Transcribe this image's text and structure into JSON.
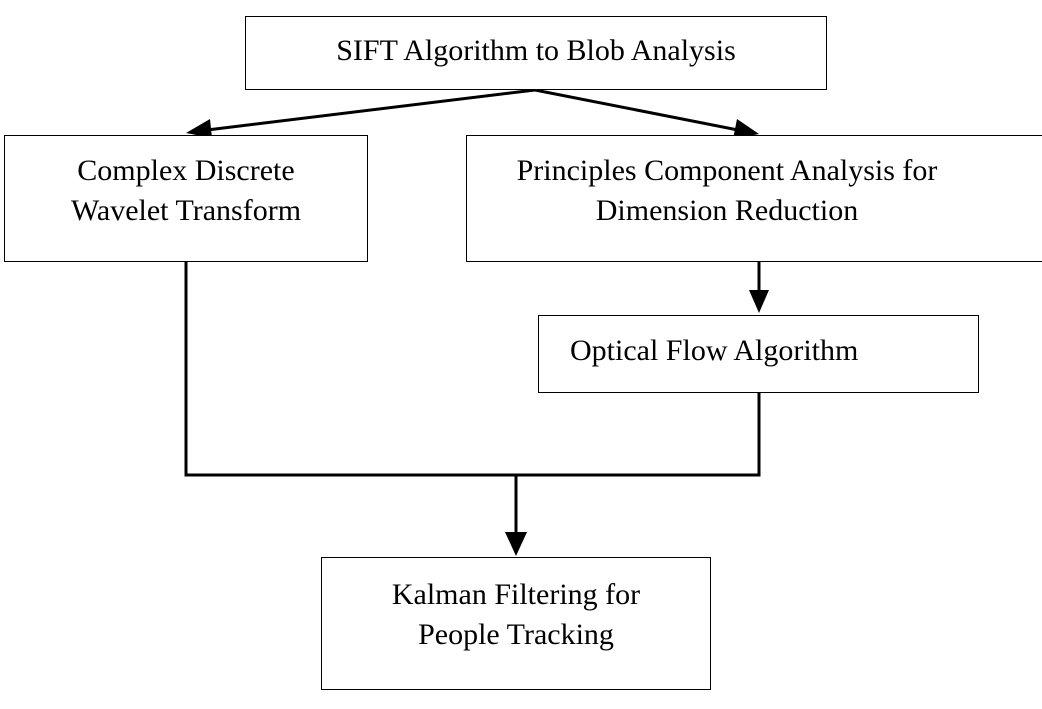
{
  "diagram": {
    "nodes": {
      "sift": {
        "lines": [
          "SIFT Algorithm to Blob Analysis"
        ]
      },
      "cdwt": {
        "lines": [
          "Complex Discrete",
          "Wavelet Transform"
        ]
      },
      "pca": {
        "lines": [
          "Principles Component Analysis for",
          "Dimension Reduction"
        ]
      },
      "optical_flow": {
        "lines": [
          "Optical Flow Algorithm"
        ]
      },
      "kalman": {
        "lines": [
          "Kalman Filtering for",
          "People Tracking"
        ]
      }
    },
    "edges": [
      {
        "from": "sift",
        "to": "cdwt"
      },
      {
        "from": "sift",
        "to": "pca"
      },
      {
        "from": "pca",
        "to": "optical_flow"
      },
      {
        "from": "cdwt",
        "to": "kalman"
      },
      {
        "from": "optical_flow",
        "to": "kalman"
      }
    ],
    "colors": {
      "stroke": "#000000",
      "background": "#ffffff"
    }
  }
}
